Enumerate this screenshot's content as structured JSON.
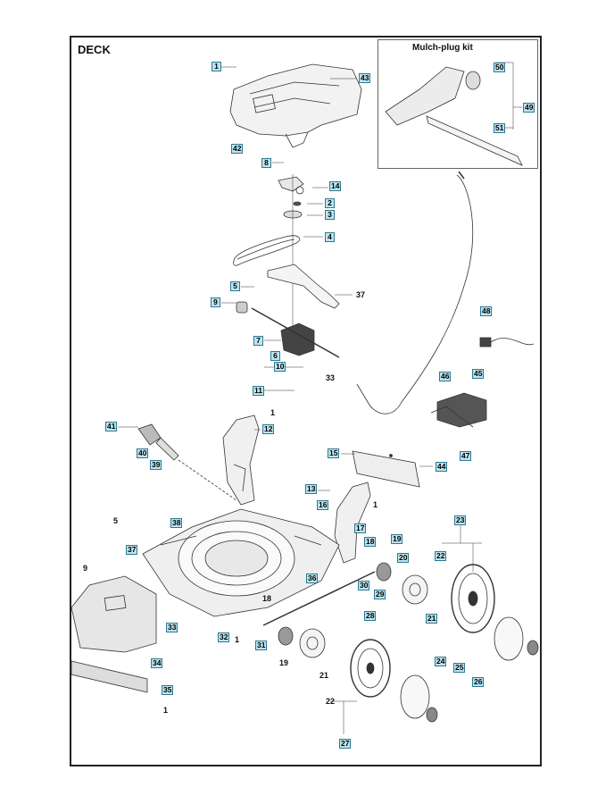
{
  "title": "DECK",
  "inset_title": "Mulch-plug kit",
  "callouts": {
    "c1": "1",
    "c43": "43",
    "c42": "42",
    "c8": "8",
    "c14": "14",
    "c2": "2",
    "c3": "3",
    "c4": "4",
    "c5": "5",
    "c37": "37",
    "c9": "9",
    "c7": "7",
    "c6": "6",
    "c10": "10",
    "c33": "33",
    "c11": "11",
    "c1b": "1",
    "c41": "41",
    "c12": "12",
    "c40": "40",
    "c39": "39",
    "c13": "13",
    "c15": "15",
    "c44": "44",
    "c16": "16",
    "c1c": "1",
    "c5b": "5",
    "c37b": "37",
    "c38": "38",
    "c17": "17",
    "c18": "18",
    "c19": "19",
    "c23": "23",
    "c22": "22",
    "c20": "20",
    "c9b": "9",
    "c36": "36",
    "c30": "30",
    "c29": "29",
    "c18b": "18",
    "c28": "28",
    "c21": "21",
    "c33b": "33",
    "c32": "32",
    "c1d": "1",
    "c31": "31",
    "c34": "34",
    "c19b": "19",
    "c21b": "21",
    "c35": "35",
    "c24": "24",
    "c25": "25",
    "c22b": "22",
    "c1e": "1",
    "c26": "26",
    "c27": "27",
    "c48": "48",
    "c46": "46",
    "c45": "45",
    "c47": "47",
    "c50": "50",
    "c49": "49",
    "c51": "51"
  }
}
